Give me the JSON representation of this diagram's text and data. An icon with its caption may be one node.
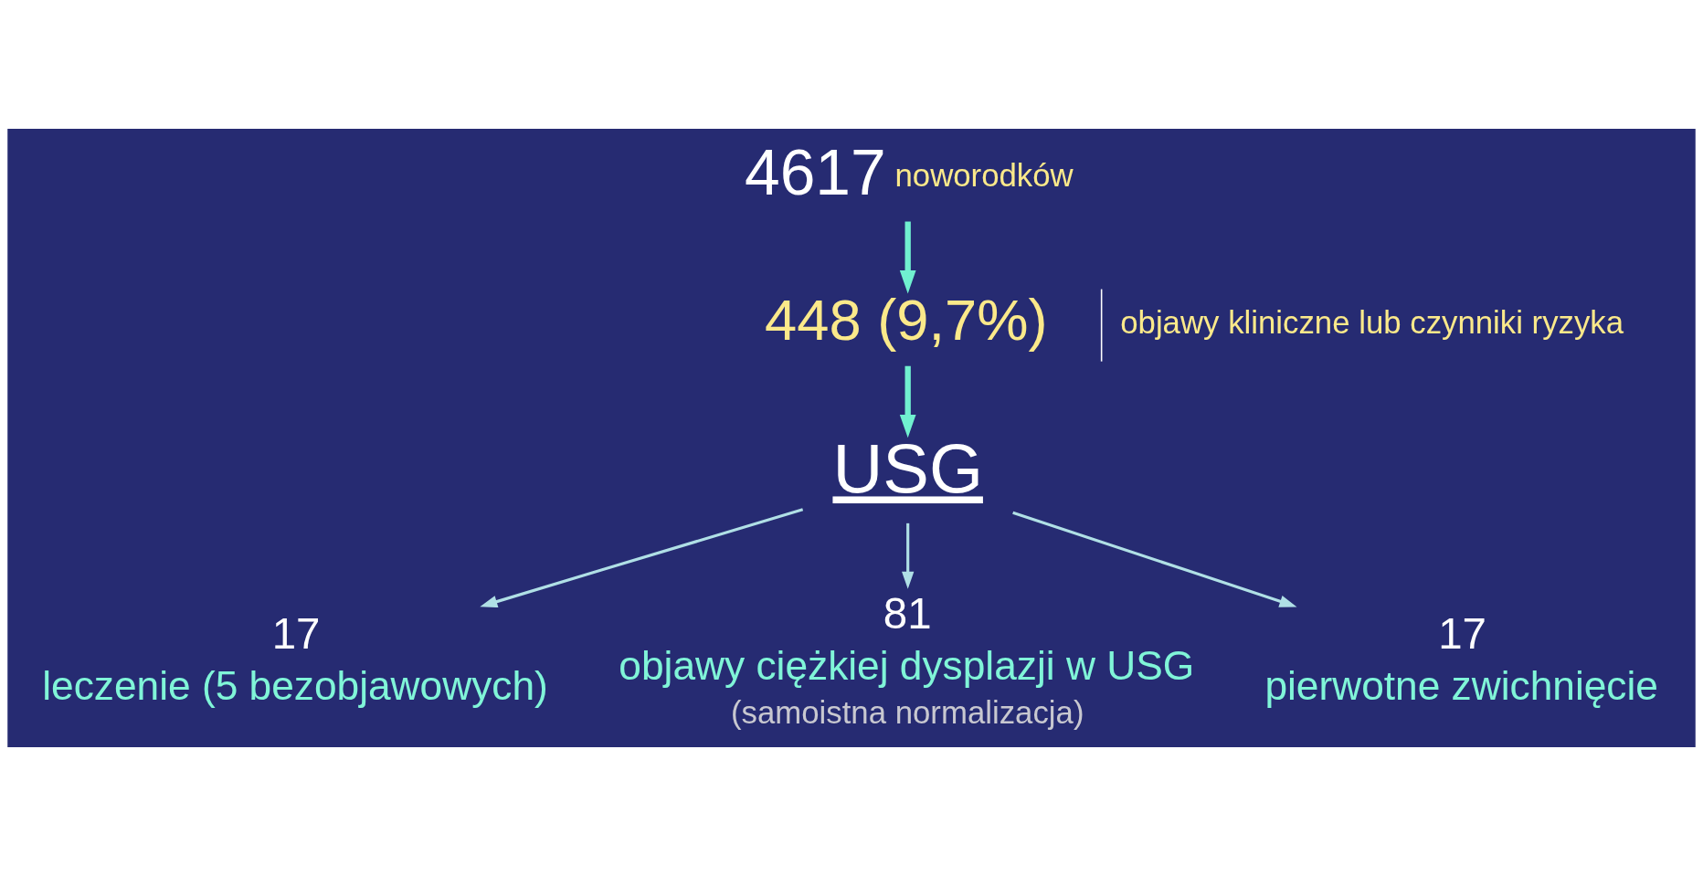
{
  "diagram": {
    "nodes": [
      {
        "text": [
          "4617",
          "noworodków"
        ]
      },
      {
        "text": [
          "448 (9,7%)"
        ],
        "beside": [
          "objawy kliniczne lub czynniki ryzyka"
        ]
      },
      {
        "text": [
          "USG"
        ]
      },
      {
        "text": [
          "17",
          "leczenie (5 bezobjawowych)"
        ]
      },
      {
        "text": [
          "81",
          "objawy ciężkiej dysplazji w USG",
          "(samoistna normalizacja)"
        ]
      },
      {
        "text": [
          "17",
          "pierwotne zwichnięcie"
        ]
      }
    ],
    "edges": [
      {
        "from": 0,
        "to": 1,
        "arrow": "to",
        "style": "thick",
        "color": "#70f0d0"
      },
      {
        "from": 1,
        "to": 2,
        "arrow": "to",
        "style": "thick",
        "color": "#70f0d0"
      },
      {
        "from": 2,
        "to": 3,
        "arrow": "to"
      },
      {
        "from": 2,
        "to": 4,
        "arrow": "to"
      },
      {
        "from": 2,
        "to": 5,
        "arrow": "to"
      }
    ]
  }
}
